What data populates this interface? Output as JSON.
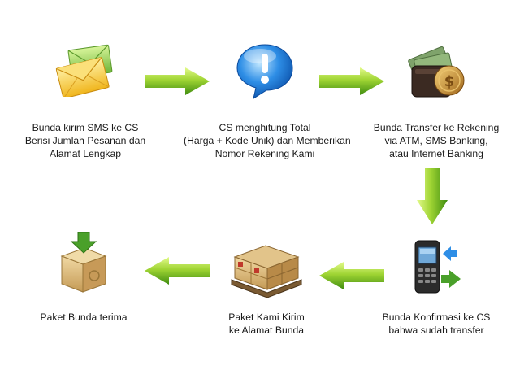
{
  "steps": [
    {
      "lines": [
        "Bunda kirim SMS ke CS",
        "Berisi Jumlah Pesanan dan",
        "Alamat Lengkap"
      ],
      "icon": "envelope-icon"
    },
    {
      "lines": [
        "CS menghitung Total",
        "(Harga + Kode Unik) dan Memberikan",
        "Nomor Rekening Kami"
      ],
      "icon": "info-bubble-icon"
    },
    {
      "lines": [
        "Bunda Transfer ke Rekening",
        "via ATM, SMS Banking,",
        "atau Internet Banking"
      ],
      "icon": "wallet-money-icon"
    },
    {
      "lines": [
        "Bunda Konfirmasi ke CS",
        "bahwa sudah transfer"
      ],
      "icon": "mobile-phone-icon"
    },
    {
      "lines": [
        "Paket Kami Kirim",
        "ke Alamat Bunda"
      ],
      "icon": "boxes-pallet-icon"
    },
    {
      "lines": [
        "Paket Bunda terima"
      ],
      "icon": "package-received-icon"
    }
  ],
  "colors": {
    "arrow_light": "#c9ef5a",
    "arrow_dark": "#4a9a14",
    "text": "#1a1a1a"
  }
}
